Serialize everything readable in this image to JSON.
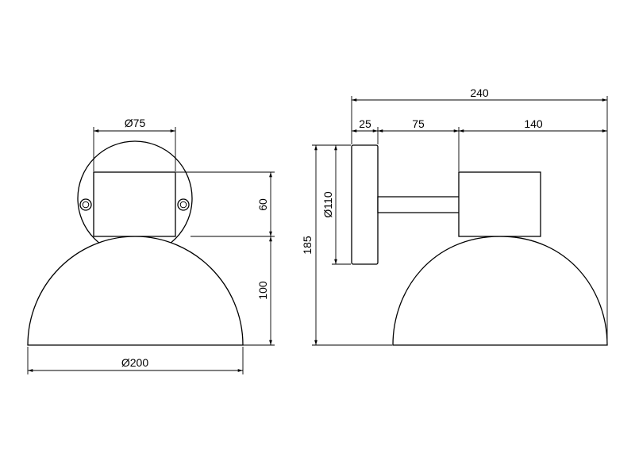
{
  "front_view": {
    "dimensions": {
      "canopy_width": "Ø75",
      "body_height": "60",
      "shade_height": "100",
      "shade_diameter": "Ø200"
    }
  },
  "side_view": {
    "dimensions": {
      "overall_depth": "240",
      "plate_depth": "25",
      "arm_length": "75",
      "shade_depth": "140",
      "overall_height": "185",
      "plate_diameter": "Ø110"
    }
  }
}
